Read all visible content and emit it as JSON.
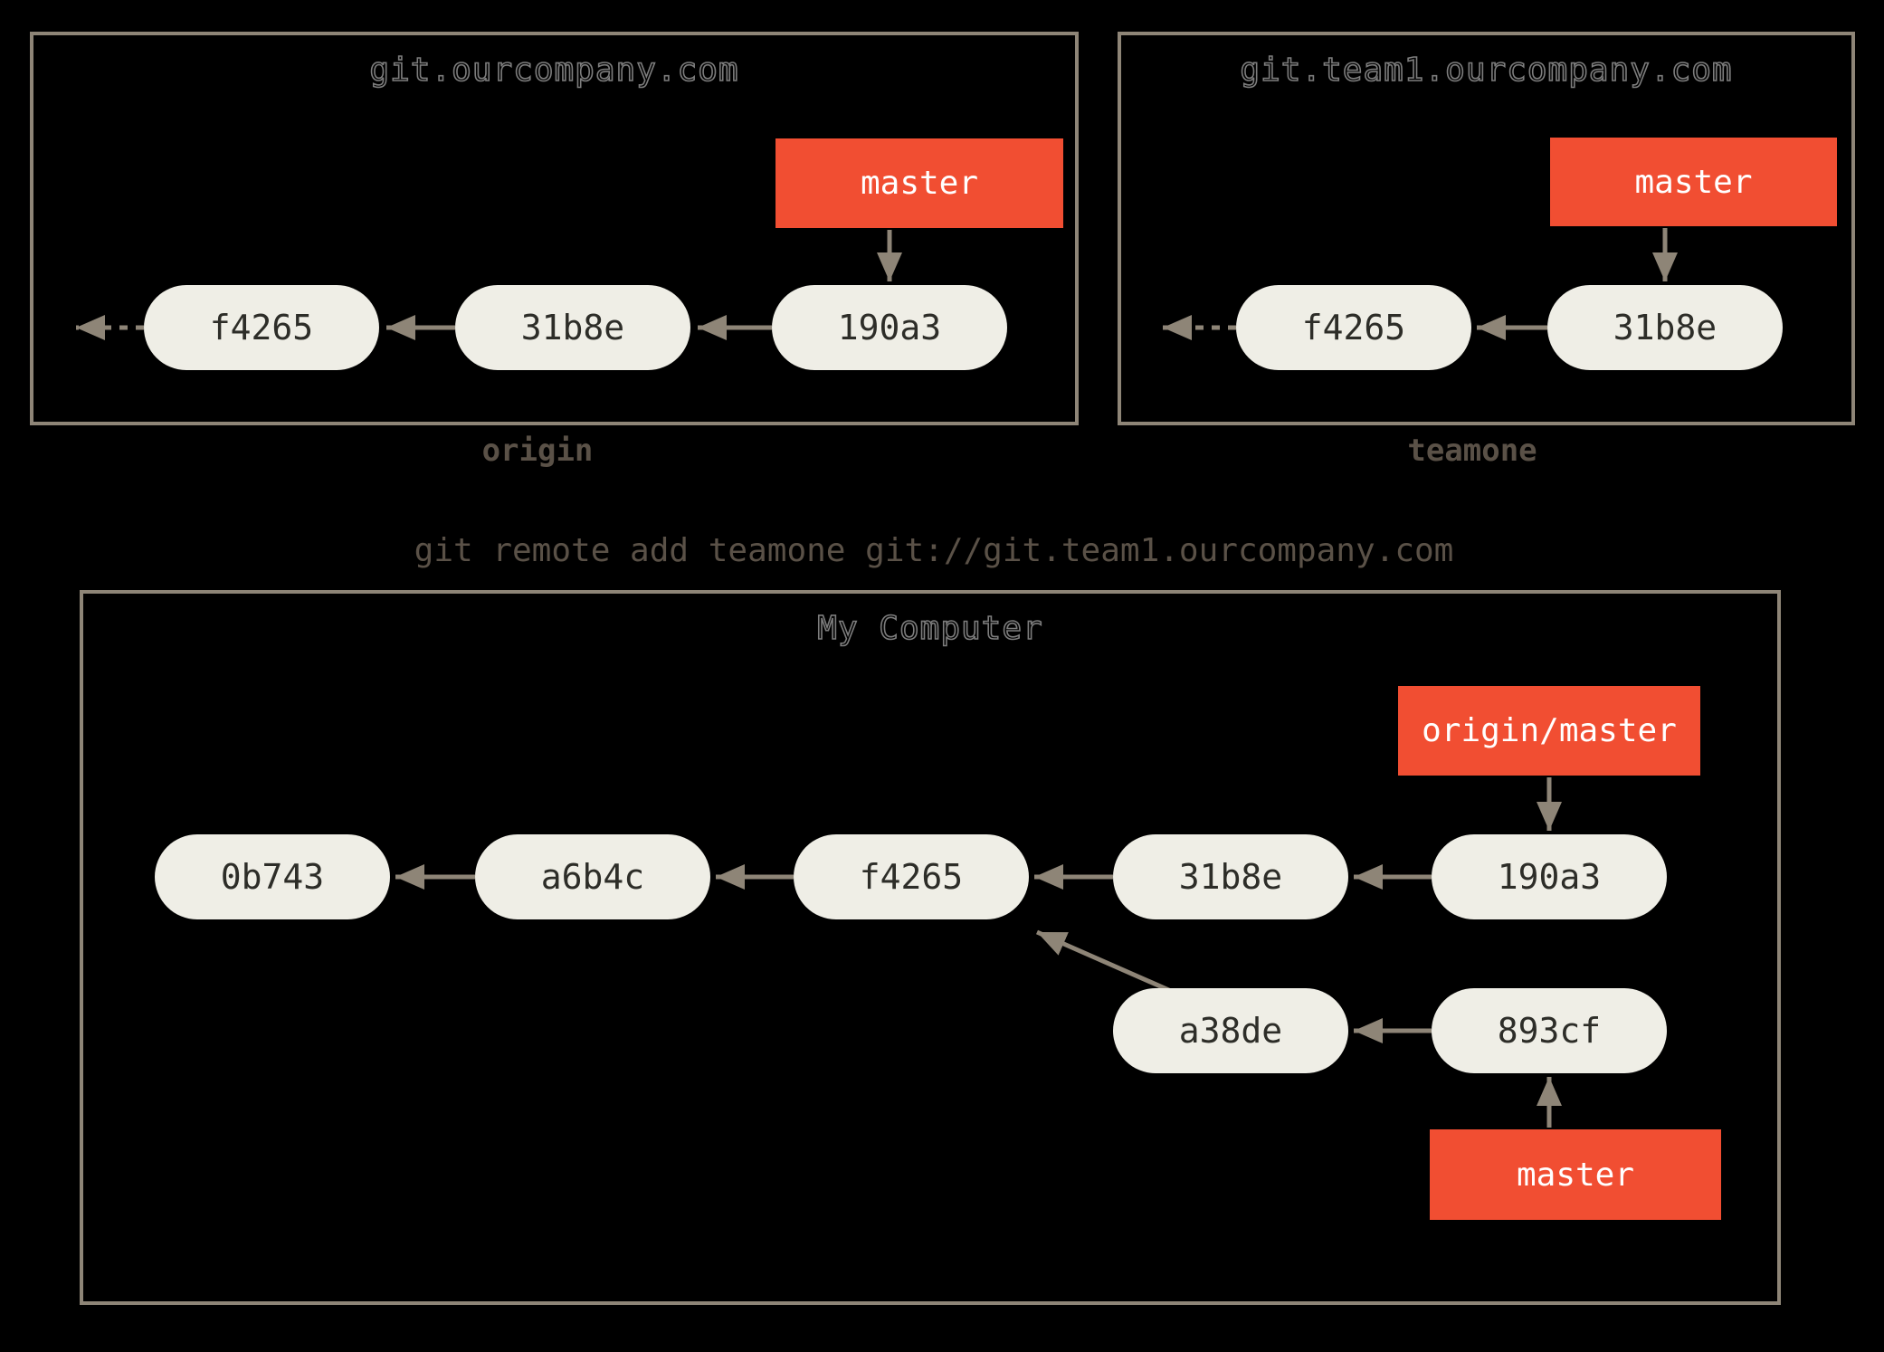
{
  "colors": {
    "background": "#000000",
    "panel_border": "#8e8577",
    "commit_fill": "#efeee6",
    "commit_text": "#2d2d28",
    "branch_fill": "#f14e32",
    "branch_text": "#ffffff",
    "arrow": "#8e8577",
    "title_stroke": "#7d7d7d",
    "caption_text": "#5a5147",
    "command_text": "#5a5147"
  },
  "panels": {
    "origin": {
      "title": "git.ourcompany.com",
      "caption": "origin",
      "commits": [
        "f4265",
        "31b8e",
        "190a3"
      ],
      "branch_label": "master"
    },
    "teamone": {
      "title": "git.team1.ourcompany.com",
      "caption": "teamone",
      "commits": [
        "f4265",
        "31b8e"
      ],
      "branch_label": "master"
    },
    "my_computer": {
      "title": "My Computer",
      "main_commits": [
        "0b743",
        "a6b4c",
        "f4265",
        "31b8e",
        "190a3"
      ],
      "topic_commits": [
        "a38de",
        "893cf"
      ],
      "remote_branch_label": "origin/master",
      "branch_label": "master"
    }
  },
  "command_text": "git remote add teamone git://git.team1.ourcompany.com"
}
